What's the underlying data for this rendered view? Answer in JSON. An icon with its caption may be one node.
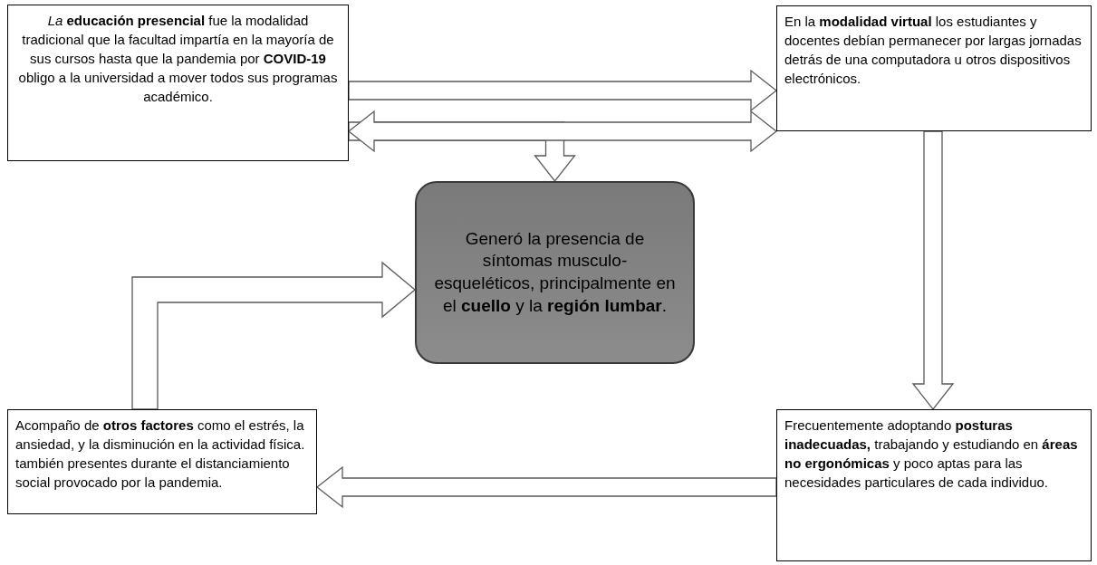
{
  "diagram": {
    "nodes": [
      {
        "text": [
          "*La* **educación presencial** fue la modalidad tradicional que la facultad impartía en la mayoría de sus cursos hasta que la pandemia por **COVID-19** obligo a la universidad a mover todos sus programas académico."
        ]
      },
      {
        "text": [
          "En la **modalidad virtual** los estudiantes y docentes debían permanecer por largas jornadas detrás de una computadora u otros dispositivos electrónicos."
        ]
      },
      {
        "text": [
          "Generó la presencia de síntomas musculo-esqueléticos, principalmente en el **cuello** y la **región lumbar**."
        ]
      },
      {
        "text": [
          "Frecuentemente adoptando **posturas inadecuadas,** trabajando y estudiando en **áreas no ergonómicas** y poco aptas para las necesidades particulares de cada individuo."
        ]
      },
      {
        "text": [
          "Acompaño de **otros factores** como el estrés, la ansiedad, y la disminución en la actividad física. también presentes durante el distanciamiento social provocado por la pandemia."
        ]
      }
    ],
    "edges": [
      {
        "from": 0,
        "to": 1,
        "arrow": "to"
      },
      {
        "from": 0,
        "to": 1,
        "arrow": "both"
      },
      {
        "from": 0,
        "to": 2,
        "arrow": "to"
      },
      {
        "from": 1,
        "to": 3,
        "arrow": "to"
      },
      {
        "from": 3,
        "to": 4,
        "arrow": "to"
      },
      {
        "from": 4,
        "to": 2,
        "arrow": "to"
      }
    ]
  }
}
